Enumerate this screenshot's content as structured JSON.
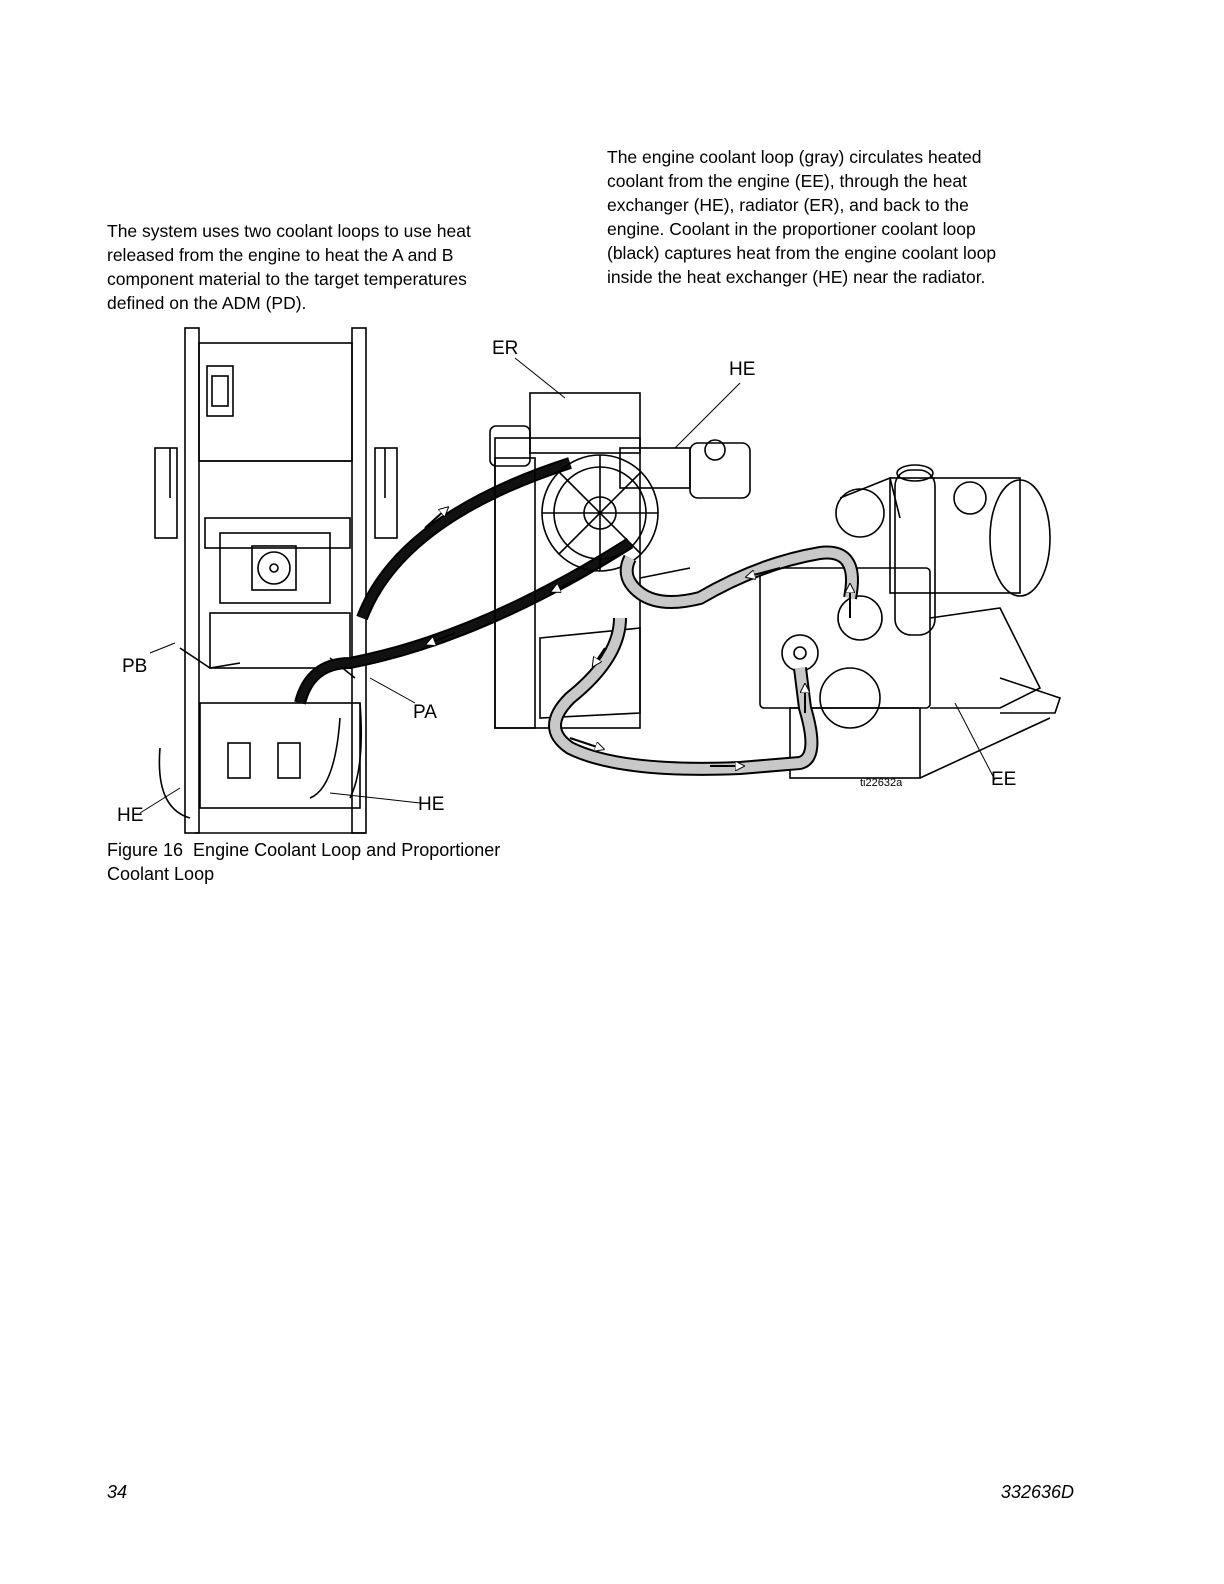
{
  "left_paragraph": {
    "lines": [
      "The system uses two coolant loops to use heat",
      "released from the engine to heat the A and B",
      "component material to the target temperatures",
      "defined on the ADM (PD)."
    ]
  },
  "right_paragraph": {
    "lines": [
      "The engine coolant loop (gray) circulates heated",
      "coolant from the engine (EE), through the heat",
      "exchanger (HE), radiator (ER), and back to the",
      "engine.  Coolant in the proportioner coolant loop",
      "(black) captures heat from the engine coolant loop",
      "inside the heat exchanger (HE) near the radiator."
    ]
  },
  "figure": {
    "callouts": {
      "er": "ER",
      "he_top": "HE",
      "pb": "PB",
      "pa": "PA",
      "he_left": "HE",
      "he_bottom": "HE",
      "ee": "EE"
    },
    "image_id": "ti22632a",
    "colors": {
      "engine_loop": "#c8c8c8",
      "proportioner_loop": "#111111",
      "line": "#000000"
    }
  },
  "caption": {
    "number": "Figure 16",
    "line1": "Engine Coolant Loop and Proportioner",
    "line2": "Coolant Loop"
  },
  "footer": {
    "page_number": "34",
    "doc_number": "332636D"
  }
}
